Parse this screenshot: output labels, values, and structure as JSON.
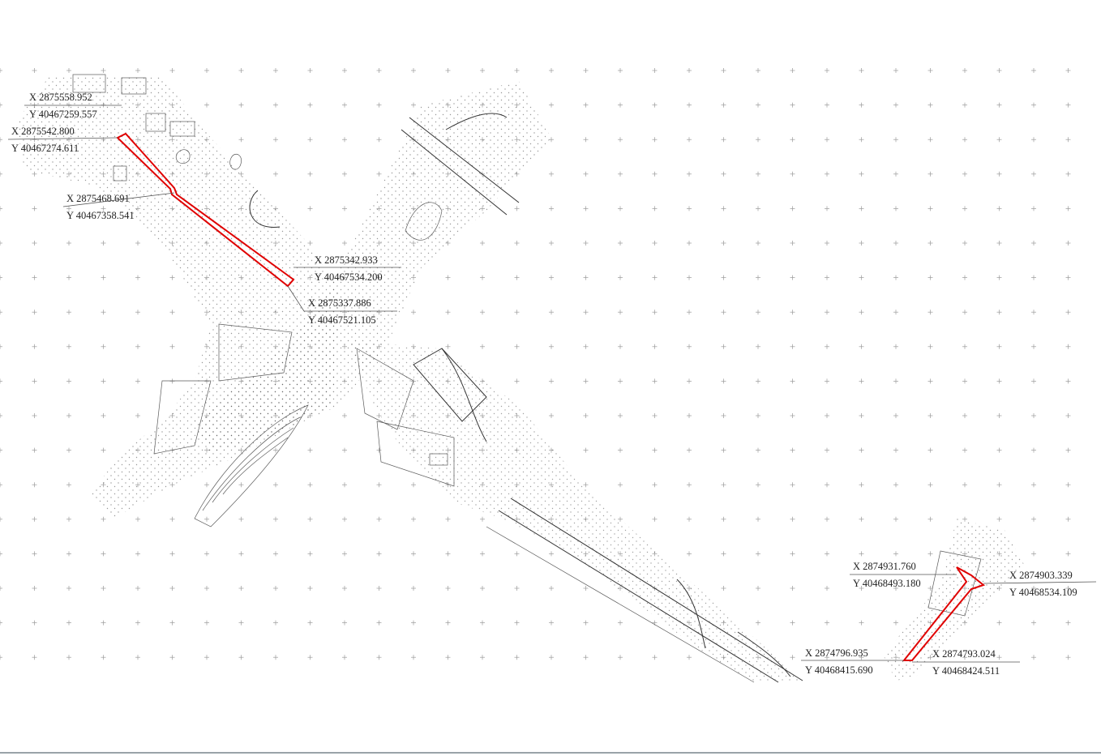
{
  "colors": {
    "parcel_outline": "#e00000",
    "survey_lines": "#5a5a5a",
    "grid_marks": "#9a9a9a",
    "background": "#ffffff"
  },
  "coordinates": {
    "c1": {
      "x": "X 2875558.952",
      "y": "Y 40467259.557"
    },
    "c2": {
      "x": "X 2875542.800",
      "y": "Y 40467274.611"
    },
    "c3": {
      "x": "X 2875468.691",
      "y": "Y 40467358.541"
    },
    "c4": {
      "x": "X 2875342.933",
      "y": "Y 40467534.200"
    },
    "c5": {
      "x": "X 2875337.886",
      "y": "Y 40467521.105"
    },
    "c6": {
      "x": "X 2874931.760",
      "y": "Y 40468493.180"
    },
    "c7": {
      "x": "X 2874903.339",
      "y": "Y 40468534.109"
    },
    "c8": {
      "x": "X 2874796.935",
      "y": "Y 40468415.690"
    },
    "c9": {
      "x": "X 2874793.024",
      "y": "Y 40468424.511"
    }
  }
}
